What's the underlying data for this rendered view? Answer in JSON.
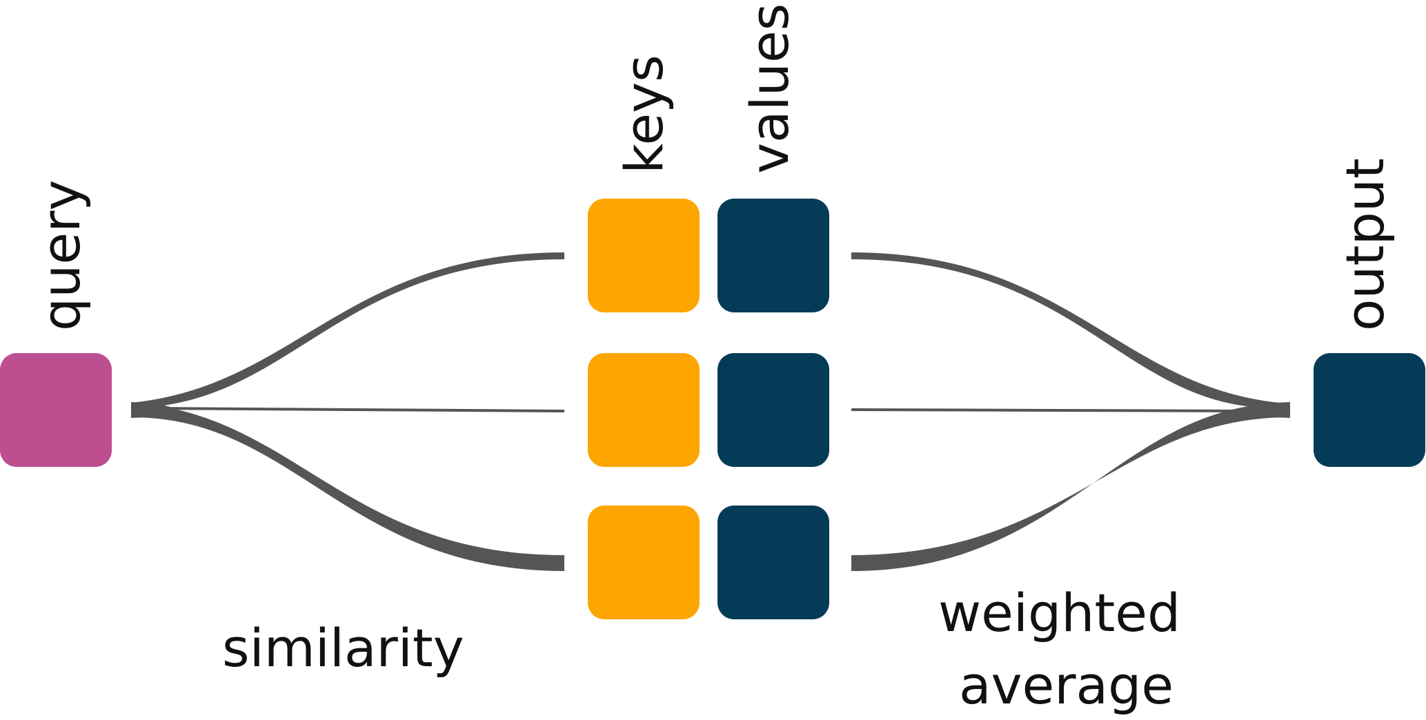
{
  "labels": {
    "query": "query",
    "keys": "keys",
    "values": "values",
    "output": "output",
    "similarity": "similarity",
    "weighted_line1": "weighted",
    "weighted_line2": "average"
  },
  "colors": {
    "query": "#bd4f91",
    "key": "#fda500",
    "value": "#043c58",
    "output": "#043c58",
    "flow": "#555555"
  },
  "pairs": 3,
  "weights": [
    0.45,
    0.05,
    0.5
  ]
}
